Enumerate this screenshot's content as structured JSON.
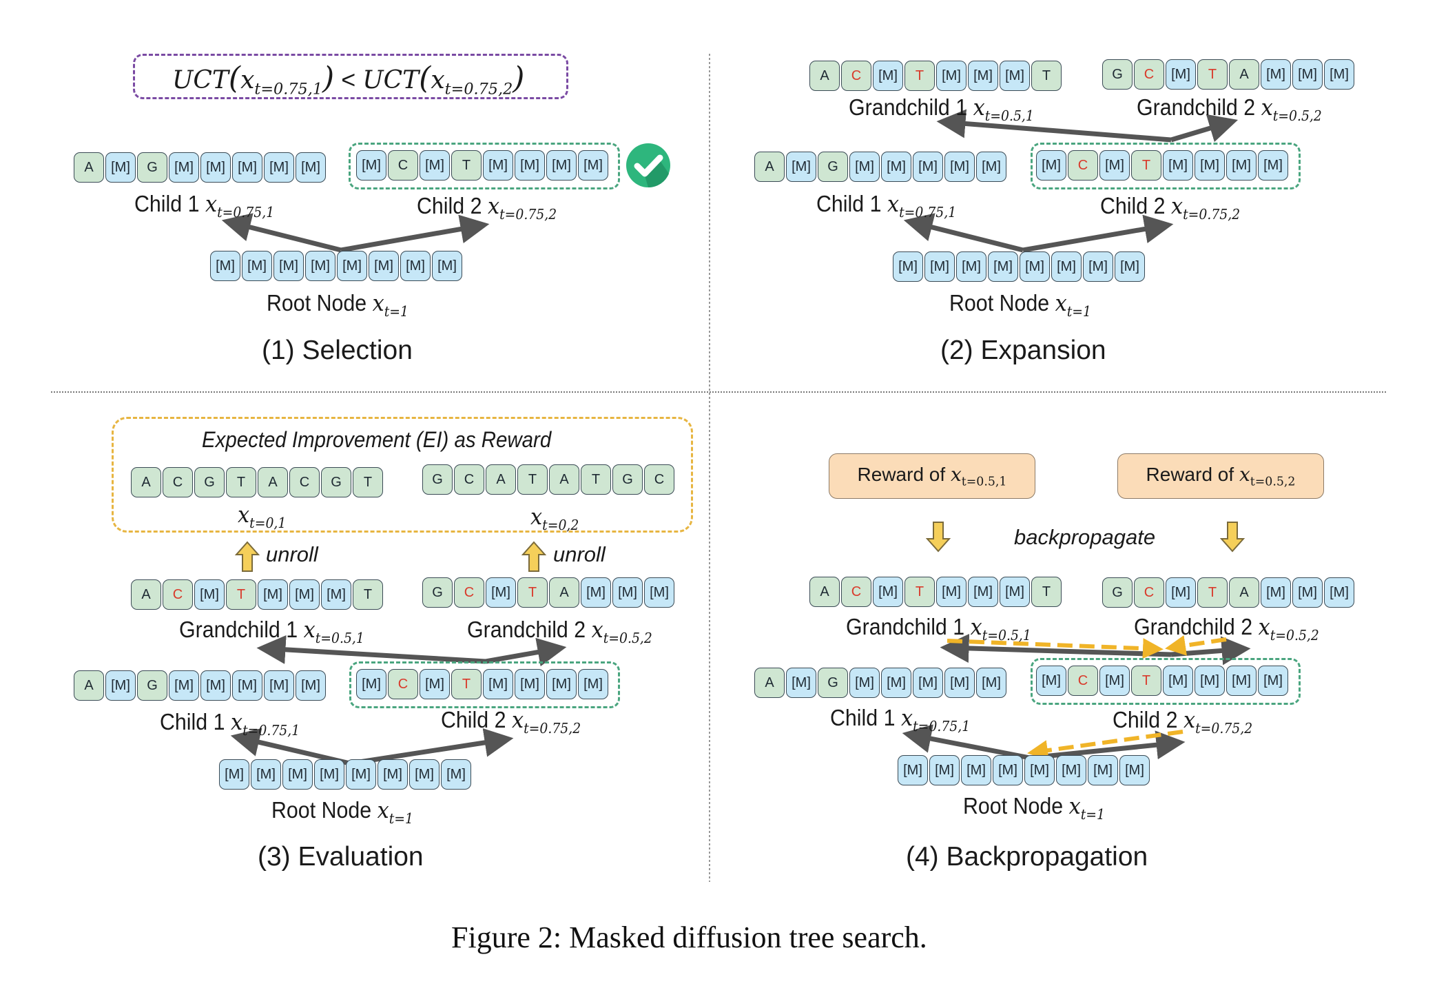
{
  "caption": "Figure 2: Masked diffusion tree search.",
  "colors": {
    "mask_token": "#c6e7f7",
    "nucleotide_token": "#cfe6d2",
    "new_token_text": "#d93a2b",
    "uct_border": "#7a4aa3",
    "selected_border": "#4aa57f",
    "reward_border": "#e7b541",
    "reward_fill": "#fbdcb8",
    "arrow": "#555555",
    "backprop_arrow": "#f0b428",
    "check": "#2eb67d"
  },
  "sequences": {
    "root": [
      "[M]",
      "[M]",
      "[M]",
      "[M]",
      "[M]",
      "[M]",
      "[M]",
      "[M]"
    ],
    "child1": [
      "A",
      "[M]",
      "G",
      "[M]",
      "[M]",
      "[M]",
      "[M]",
      "[M]"
    ],
    "child2": [
      "[M]",
      "C",
      "[M]",
      "T",
      "[M]",
      "[M]",
      "[M]",
      "[M]"
    ],
    "grandchild1": [
      "A",
      "C",
      "[M]",
      "T",
      "[M]",
      "[M]",
      "[M]",
      "T"
    ],
    "grandchild2": [
      "G",
      "C",
      "[M]",
      "T",
      "A",
      "[M]",
      "[M]",
      "[M]"
    ],
    "final1": [
      "A",
      "C",
      "G",
      "T",
      "A",
      "C",
      "G",
      "T"
    ],
    "final2": [
      "G",
      "C",
      "A",
      "T",
      "A",
      "T",
      "G",
      "C"
    ]
  },
  "highlight_new_tokens": {
    "child2_selection": [],
    "child2_expanded": [
      1,
      3
    ],
    "grandchild1": [
      1,
      3
    ],
    "grandchild2": [
      1,
      3
    ]
  },
  "labels": {
    "root": {
      "text": "Root Node ",
      "var": "x",
      "sub": "t=1"
    },
    "child1": {
      "text": "Child 1 ",
      "var": "x",
      "sub": "t=0.75,1"
    },
    "child2": {
      "text": "Child 2 ",
      "var": "x",
      "sub": "t=0.75,2"
    },
    "grandchild1": {
      "text": "Grandchild 1 ",
      "var": "x",
      "sub": "t=0.5,1"
    },
    "grandchild2": {
      "text": "Grandchild 2 ",
      "var": "x",
      "sub": "t=0.5,2"
    },
    "final1": {
      "var": "x",
      "sub": "t=0,1"
    },
    "final2": {
      "var": "x",
      "sub": "t=0,2"
    }
  },
  "panels": {
    "selection": {
      "title": "(1) Selection",
      "uct": {
        "lhs_fn": "UCT",
        "lhs_sub": "t=0.75,1",
        "op": "<",
        "rhs_fn": "UCT",
        "rhs_sub": "t=0.75,2",
        "var": "x"
      },
      "check_icon": "check-circle-icon"
    },
    "expansion": {
      "title": "(2) Expansion"
    },
    "evaluation": {
      "title": "(3) Evaluation",
      "reward_heading": "Expected Improvement (EI) as Reward",
      "unroll_label": "unroll",
      "unroll_icon": "arrow-up-icon"
    },
    "backpropagation": {
      "title": "(4) Backpropagation",
      "reward1": {
        "text": "Reward of ",
        "var": "x",
        "sub": "t=0.5,1"
      },
      "reward2": {
        "text": "Reward of ",
        "var": "x",
        "sub": "t=0.5,2"
      },
      "backprop_label": "backpropagate",
      "down_icon": "arrow-down-icon"
    }
  }
}
